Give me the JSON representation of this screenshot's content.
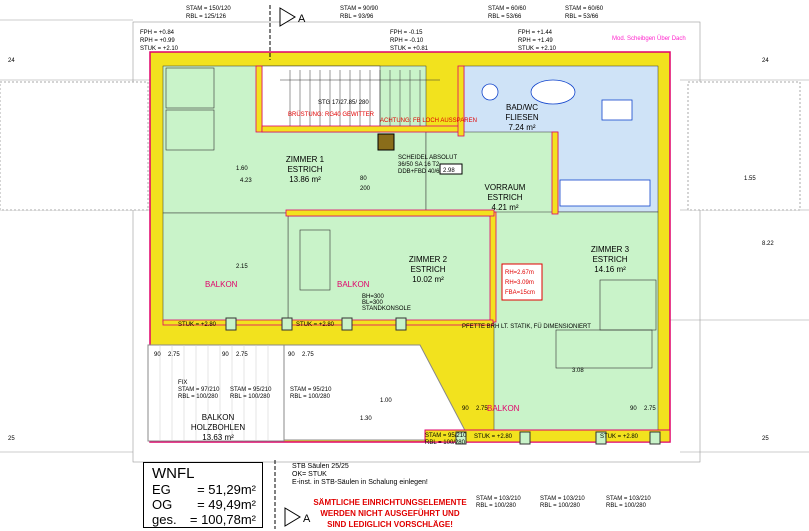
{
  "colors": {
    "wall": "#f2e21e",
    "floor": "#c9f3c9",
    "wet": "#cfe3f7",
    "outline": "#e0006a",
    "blue": "#1144cc",
    "red": "#e00000",
    "green": "#22aa22",
    "magenta": "#ff22cc",
    "grid": "#999999"
  },
  "section_marks": {
    "top": "A",
    "bottom": "A"
  },
  "windows_top": [
    {
      "stam": "STAM = 150/120",
      "rbl": "RBL = 125/126"
    },
    {
      "stam": "STAM = 90/90",
      "rbl": "RBL = 93/96"
    },
    {
      "stam": "STAM = 60/60",
      "rbl": "RBL = 53/66"
    },
    {
      "stam": "STAM = 60/60",
      "rbl": "RBL = 53/66"
    }
  ],
  "heights_top": [
    {
      "frph": "FPH = +0.84",
      "rph": "RPH = +0.99",
      "stuk": "STUK = +2.10"
    },
    {
      "frph": "FPH = -0.15",
      "rph": "RPH = -0.10",
      "stuk": "STUK = +0.81"
    },
    {
      "frph": "FPH = +1.44",
      "rph": "RPH = +1.49",
      "stuk": "STUK = +2.10"
    }
  ],
  "top_note": "Mod. Scheibgen Über Dach",
  "rooms": [
    {
      "name": "ZIMMER 1",
      "sub": "ESTRICH",
      "area": "13.86 m²"
    },
    {
      "name": "ZIMMER 2",
      "sub": "ESTRICH",
      "area": "10.02 m²"
    },
    {
      "name": "ZIMMER 3",
      "sub": "ESTRICH",
      "area": "14.16 m²"
    },
    {
      "name": "BAD/WC",
      "sub": "FLIESEN",
      "area": "7.24 m²"
    },
    {
      "name": "VORRAUM",
      "sub": "ESTRICH",
      "area": "4.21 m²"
    }
  ],
  "balcony": {
    "name": "BALKON",
    "sub": "HOLZBOHLEN",
    "area": "13.63 m²"
  },
  "balkon_labels": [
    "BALKON",
    "BALKON",
    "BALKON"
  ],
  "stair_note": "STG 17/27.85/ 280",
  "chimney": {
    "l1": "SCHEIDEL ABSOLUT",
    "l2": "36/50  SA 16 T2",
    "l3": "DDB+FBD 40/60"
  },
  "chimney_value": "2.98",
  "estrich_note": "ACHTUNG: FB LOCH AUSSPAREN",
  "stair_spec": "BRÜSTUNG: RG40 GEWITTER",
  "dim_room_heights": {
    "l1": "RH=2.67m",
    "l2": "RH=3.09m",
    "l3": "FBA=15cm"
  },
  "stahl_note": "PFETTE BRH LT. STATIK, FÜ DIMENSIONIERT",
  "stuk_labels": [
    "STUK = +2.80",
    "STUK = +2.80",
    "STUK = +2.80",
    "STUK = +2.80"
  ],
  "standkonsole": [
    "BH=300",
    "BL=300",
    "STANDKONSOLE"
  ],
  "windows_bottom": [
    {
      "fix": "FIX",
      "stam": "STAM = 97/210",
      "rbl": "RBL = 100/280"
    },
    {
      "fix": "",
      "stam": "STAM = 95/210",
      "rbl": "RBL = 100/280"
    },
    {
      "fix": "",
      "stam": "STAM = 95/210",
      "rbl": "RBL = 100/280"
    },
    {
      "fix": "",
      "stam": "STAM = 95/210",
      "rbl": "RBL = 100/280"
    }
  ],
  "windows_base": [
    {
      "stam": "STAM = 103/210",
      "rbl": "RBL = 100/280"
    },
    {
      "stam": "STAM = 103/210",
      "rbl": "RBL = 100/280"
    },
    {
      "stam": "STAM = 103/210",
      "rbl": "RBL = 100/280"
    }
  ],
  "dims_left": [
    "24",
    "25"
  ],
  "dims_right": [
    "1.55",
    "8.22",
    "24",
    "25"
  ],
  "dims_inner": [
    "4.23",
    "1.60",
    "2.15",
    "80",
    "200",
    "3.08",
    "1.30",
    "1.00"
  ],
  "dims_bottom": [
    "90",
    "2.75",
    "90",
    "2.75",
    "90",
    "2.75",
    "90",
    "2.75",
    "90",
    "2.75"
  ],
  "wnfl": {
    "title": "WNFL",
    "rows": [
      {
        "k": "EG",
        "v": "= 51,29m²"
      },
      {
        "k": "OG",
        "v": "= 49,49m²"
      },
      {
        "k": "ges.",
        "v": "= 100,78m²"
      }
    ]
  },
  "stb_note": {
    "l1": "STB Säulen 25/25",
    "l2": "OK= STUK",
    "l3": "E-inst. in STB-Säulen in Schalung einlegen!"
  },
  "disclaimer": {
    "l1": "SÄMTLICHE EINRICHTUNGSELEMENTE",
    "l2": "WERDEN NICHT AUSGEFÜHRT UND",
    "l3": "SIND LEDIGLICH VORSCHLÄGE!"
  }
}
